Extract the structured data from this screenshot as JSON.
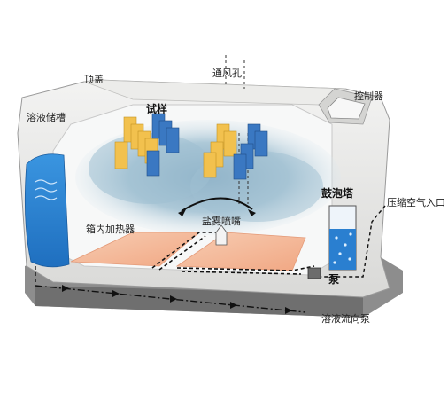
{
  "labels": {
    "top_cover": "顶盖",
    "vent_hole": "通风孔",
    "controller": "控制器",
    "solution_tank": "溶液储槽",
    "specimen": "试样",
    "bubble_tower": "鼓泡塔",
    "compressed_air_inlet": "压缩空气入口",
    "chamber_heater": "箱内加热器",
    "spray_nozzle": "盐雾喷嘴",
    "pump": "泵",
    "solution_flow_to_pump": "溶液流向泵"
  },
  "colors": {
    "specimen_yellow": "#f2c14e",
    "specimen_blue": "#3a78c2",
    "chamber_shell": "#e6e6e4",
    "fog": "#a9c6d6",
    "heater_plate": "#f4b99a",
    "water": "#2a7fd0"
  }
}
